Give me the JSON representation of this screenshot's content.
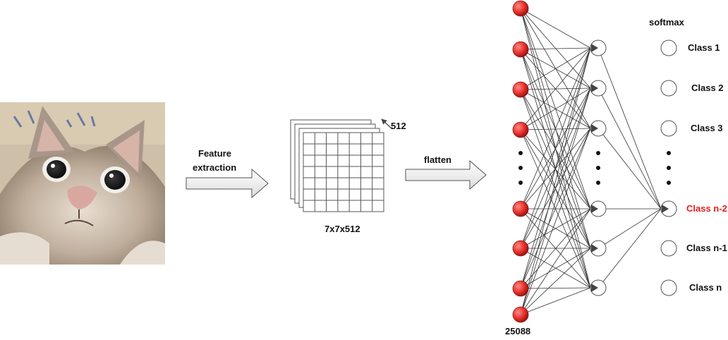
{
  "labels": {
    "feature_extraction_line1": "Feature",
    "feature_extraction_line2": "extraction",
    "depth": "512",
    "feature_map_size": "7x7x512",
    "flatten": "flatten",
    "input_count": "25088",
    "softmax": "softmax"
  },
  "classes": [
    {
      "label": "Class 1",
      "highlight": false
    },
    {
      "label": "Class 2",
      "highlight": false
    },
    {
      "label": "Class 3",
      "highlight": false
    },
    {
      "label": "Class n-2",
      "highlight": true
    },
    {
      "label": "Class n-1",
      "highlight": false
    },
    {
      "label": "Class n",
      "highlight": false
    }
  ],
  "colors": {
    "input_node": "#e8322e",
    "highlight_text": "#e02020",
    "text": "#111111",
    "edge": "#333333"
  },
  "photo": {
    "description_icon": "cat-photo"
  }
}
